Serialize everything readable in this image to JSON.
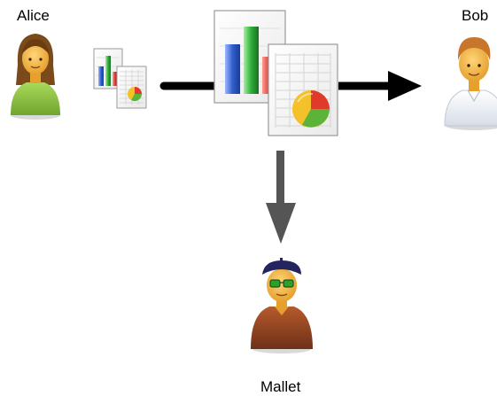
{
  "participants": {
    "alice": {
      "name": "Alice"
    },
    "bob": {
      "name": "Bob"
    },
    "mallet": {
      "name": "Mallet"
    }
  },
  "colors": {
    "arrow_main": "#000000",
    "arrow_intercept": "#555555",
    "alice_hair": "#7a4a1a",
    "alice_shirt": "#8dc63f",
    "bob_hair": "#c8762a",
    "bob_shirt": "#eef1f6",
    "mallet_beret": "#24255e",
    "mallet_glasses": "#2ca02c",
    "mallet_shirt": "#9a4a25",
    "skin": "#f3b94a",
    "bar_blue": "#2f5fcf",
    "bar_green": "#2fae3a",
    "bar_red": "#d8332e",
    "pie_red": "#e03a2a",
    "pie_yellow": "#f4c12a",
    "pie_green": "#5bb33a"
  },
  "icons": {
    "alice": "alice-person-icon",
    "bob": "bob-person-icon",
    "mallet": "mallet-person-icon",
    "small_document": "small-spreadsheet-chart-document-icon",
    "large_document": "large-spreadsheet-chart-document-icon"
  }
}
